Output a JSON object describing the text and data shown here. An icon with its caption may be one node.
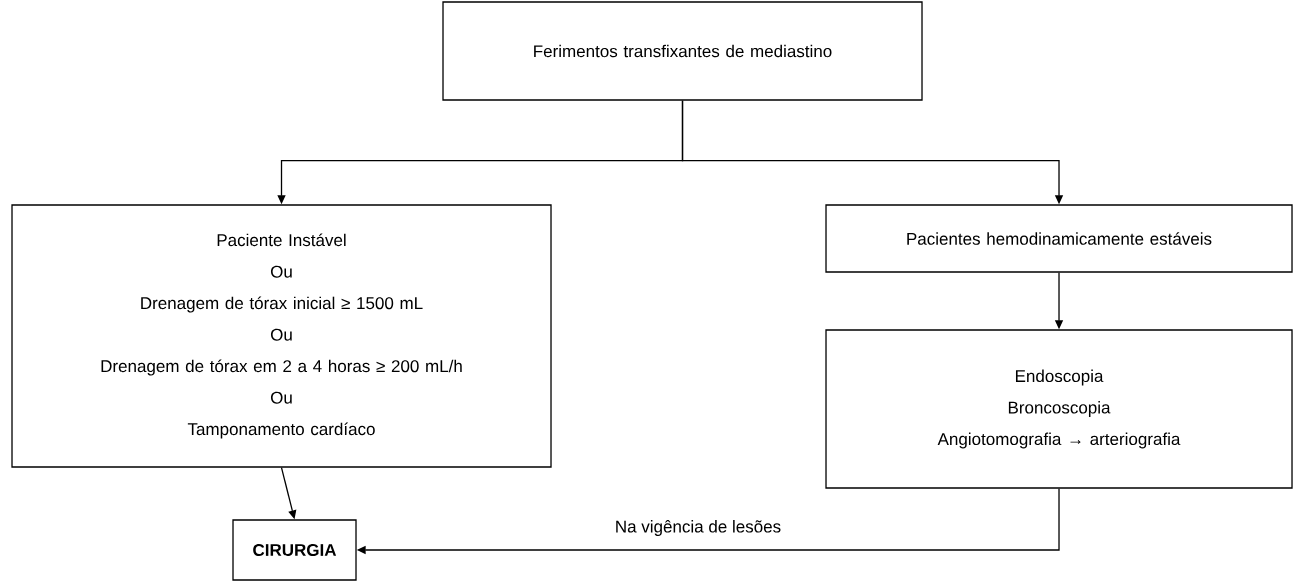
{
  "diagram": {
    "nodes": [
      {
        "text": [
          "Ferimentos transfixantes de mediastino"
        ]
      },
      {
        "text": [
          "Paciente Instável",
          "Ou",
          "Drenagem de tórax inicial ≥ 1500 mL",
          "Ou",
          "Drenagem de tórax em 2 a 4 horas ≥ 200 mL/h",
          "Ou",
          "Tamponamento cardíaco"
        ]
      },
      {
        "text": [
          "Pacientes hemodinamicamente estáveis"
        ]
      },
      {
        "text": [
          "Endoscopia",
          "Broncoscopia",
          "Angiotomografia → arteriografia"
        ]
      },
      {
        "text": [
          "CIRURGIA"
        ]
      }
    ],
    "edges": [
      {
        "from": 0,
        "to": 1,
        "arrow": "to"
      },
      {
        "from": 0,
        "to": 2,
        "arrow": "to"
      },
      {
        "from": 2,
        "to": 3,
        "arrow": "to"
      },
      {
        "from": 1,
        "to": 4,
        "arrow": "to"
      },
      {
        "from": 3,
        "to": 4,
        "arrow": "to",
        "label": "Na vigência de lesões"
      }
    ]
  }
}
